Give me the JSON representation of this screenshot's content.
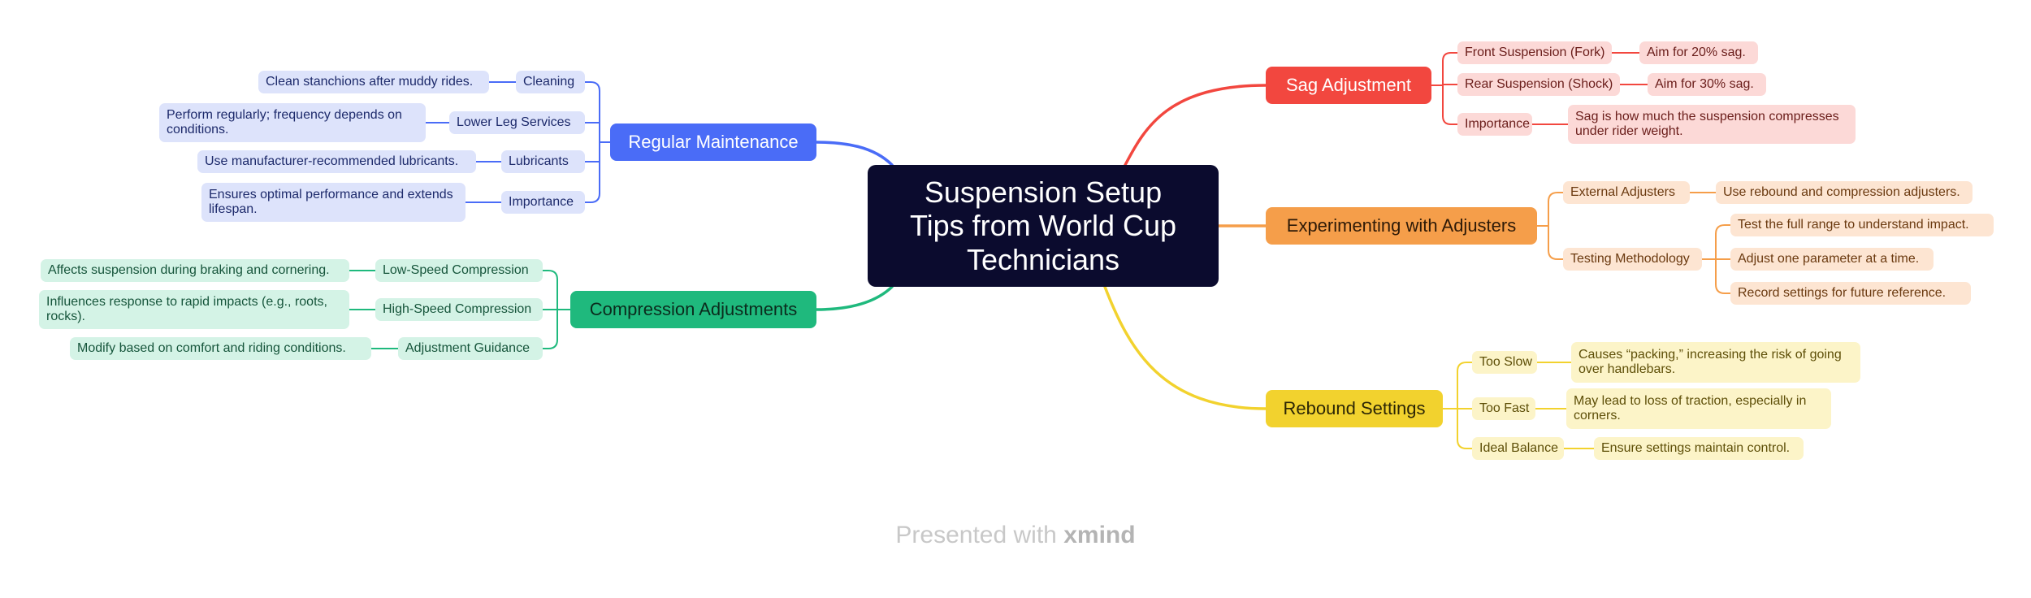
{
  "central": {
    "line1": "Suspension Setup",
    "line2": "Tips from World Cup",
    "line3": "Technicians"
  },
  "colors": {
    "blue": "#4a6cf7",
    "green": "#1fb97d",
    "red": "#f2473f",
    "orange": "#f59e4a",
    "yellow": "#f2d22e",
    "central": "#0b0b2e"
  },
  "regular_maintenance": {
    "label": "Regular Maintenance",
    "cleaning": {
      "label": "Cleaning",
      "detail": "Clean stanchions after muddy rides."
    },
    "lower_leg": {
      "label": "Lower Leg Services",
      "detail": "Perform regularly; frequency depends on conditions."
    },
    "lubricants": {
      "label": "Lubricants",
      "detail": "Use manufacturer-recommended lubricants."
    },
    "importance": {
      "label": "Importance",
      "detail": "Ensures optimal performance and extends lifespan."
    }
  },
  "compression": {
    "label": "Compression Adjustments",
    "low_speed": {
      "label": "Low-Speed Compression",
      "detail": "Affects suspension during braking and cornering."
    },
    "high_speed": {
      "label": "High-Speed Compression",
      "detail": "Influences response to rapid impacts (e.g., roots, rocks)."
    },
    "guidance": {
      "label": "Adjustment Guidance",
      "detail": "Modify based on comfort and riding conditions."
    }
  },
  "sag": {
    "label": "Sag Adjustment",
    "front": {
      "label": "Front Suspension (Fork)",
      "detail": "Aim for 20% sag."
    },
    "rear": {
      "label": "Rear Suspension (Shock)",
      "detail": "Aim for 30% sag."
    },
    "importance": {
      "label": "Importance",
      "detail": "Sag is how much the suspension compresses under rider weight."
    }
  },
  "adjusters": {
    "label": "Experimenting with Adjusters",
    "external": {
      "label": "External Adjusters",
      "detail": "Use rebound and compression adjusters."
    },
    "testing": {
      "label": "Testing Methodology",
      "details": [
        "Test the full range to understand impact.",
        "Adjust one parameter at a time.",
        "Record settings for future reference."
      ]
    }
  },
  "rebound": {
    "label": "Rebound Settings",
    "too_slow": {
      "label": "Too Slow",
      "detail": "Causes “packing,” increasing the risk of going over handlebars."
    },
    "too_fast": {
      "label": "Too Fast",
      "detail": "May lead to loss of traction, especially in corners."
    },
    "ideal": {
      "label": "Ideal Balance",
      "detail": "Ensure settings maintain control."
    }
  },
  "footer": {
    "prefix": "Presented with",
    "brand": "xmind"
  }
}
